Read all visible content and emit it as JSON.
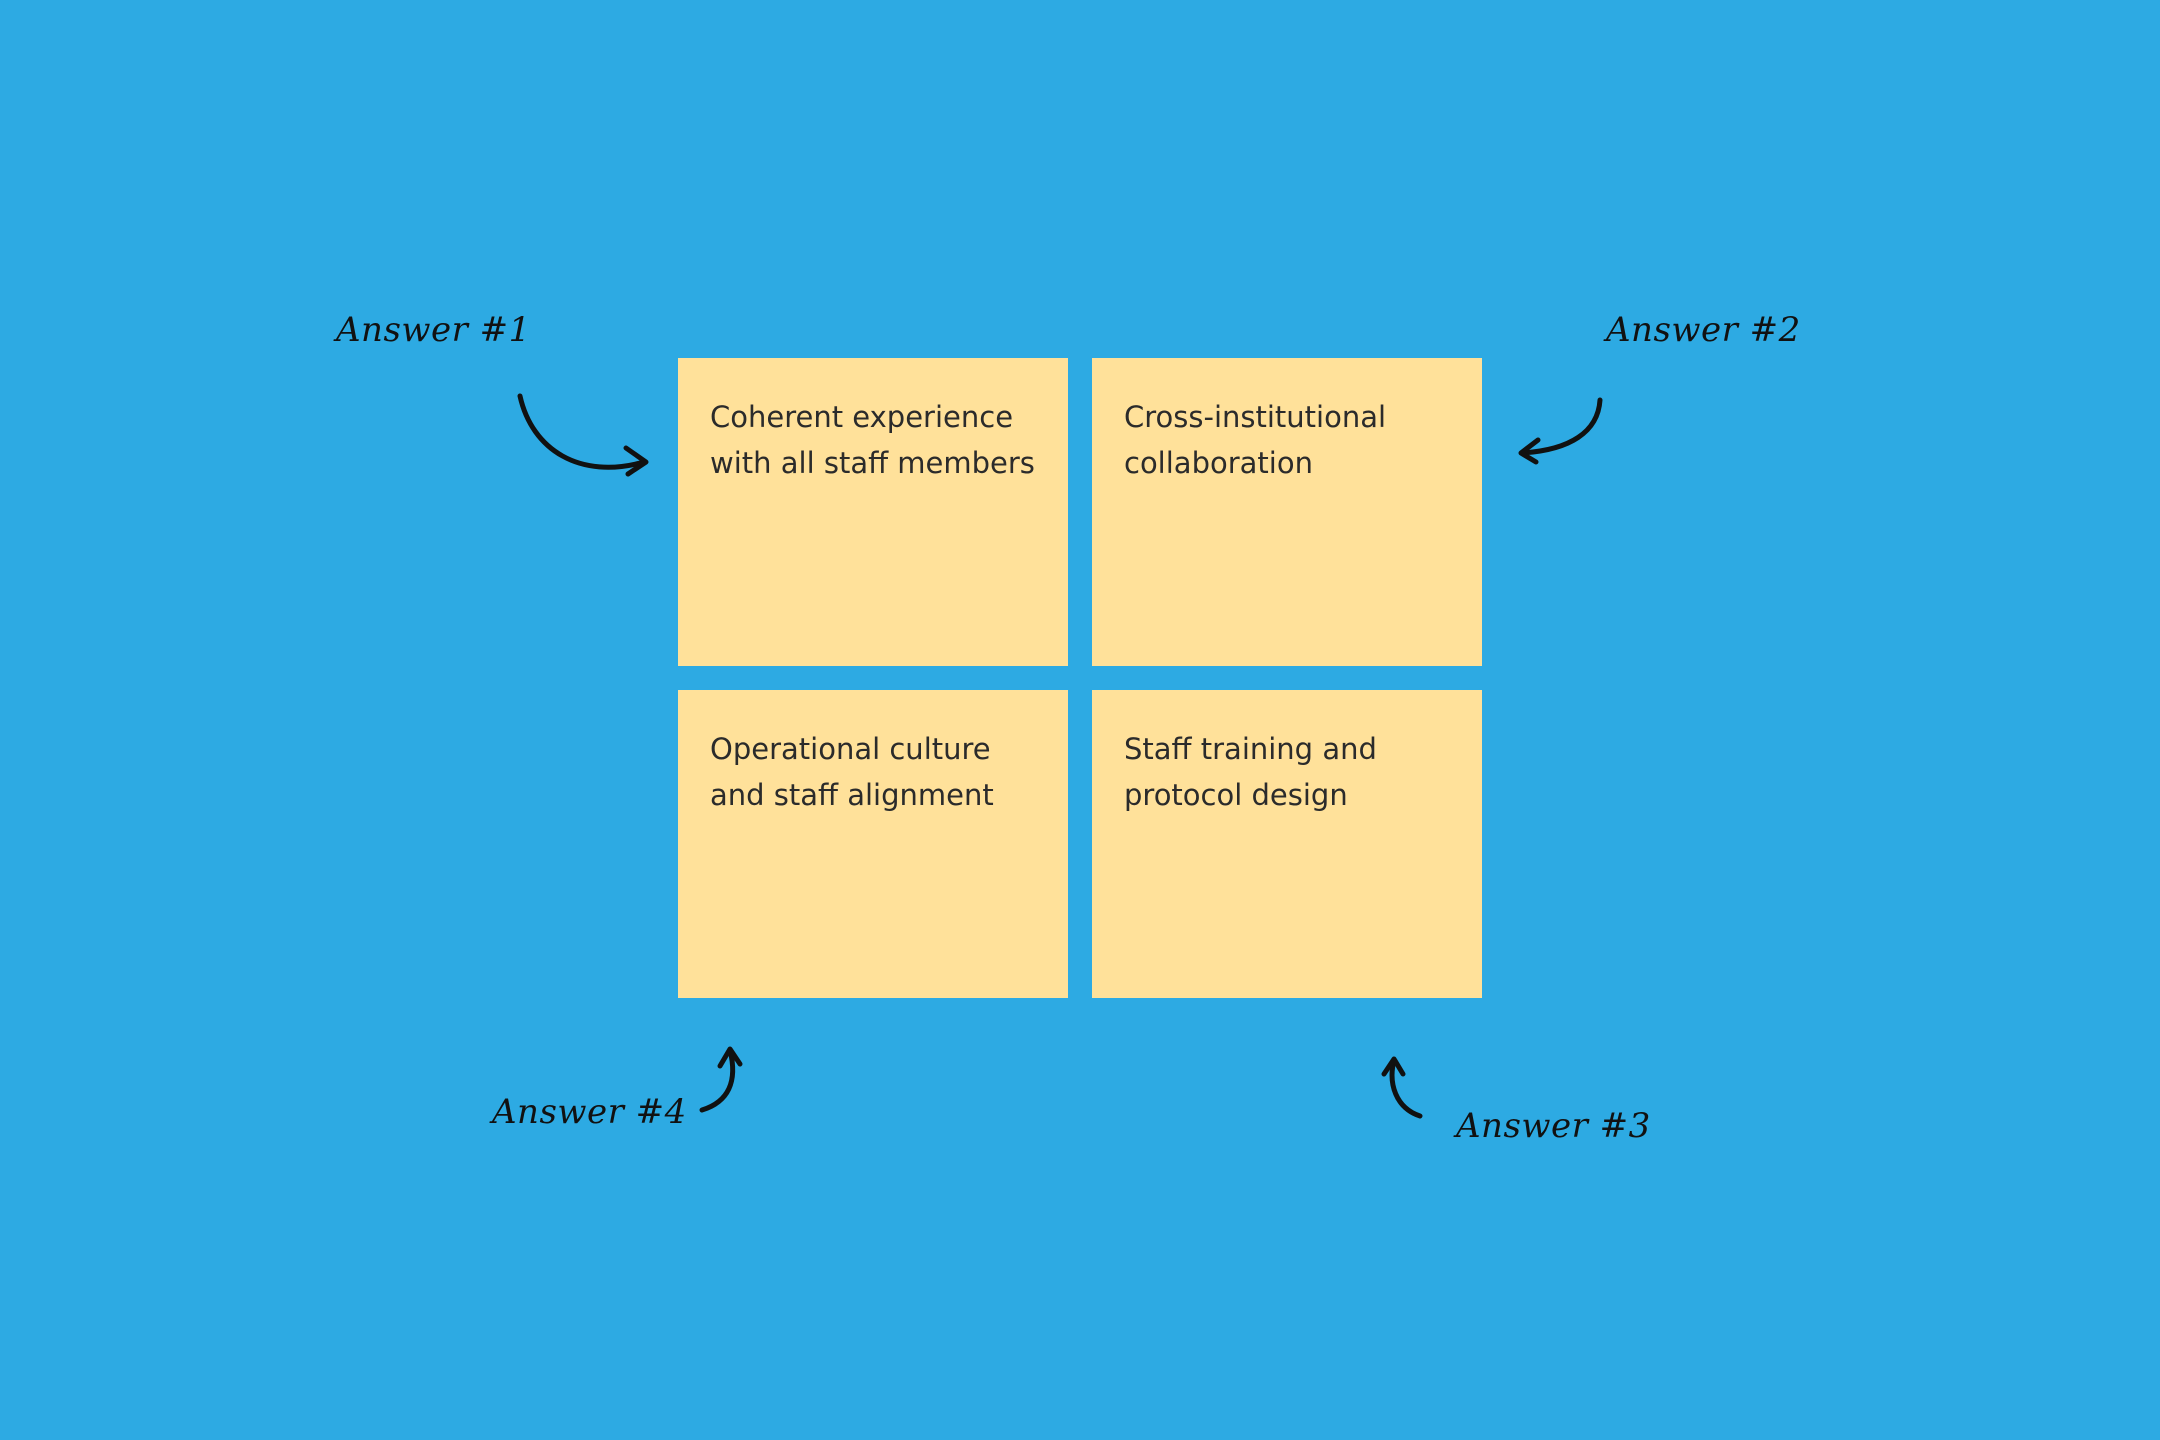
{
  "colors": {
    "background": "#2DAAE3",
    "sticky_note": "#FFE19A",
    "ink": "#111111"
  },
  "notes": [
    {
      "text": "Coherent experience\nwith all staff members"
    },
    {
      "text": "Cross-institutional\ncollaboration"
    },
    {
      "text": "Operational culture\nand staff alignment"
    },
    {
      "text": "Staff training and\nprotocol design"
    }
  ],
  "labels": [
    {
      "text": "Answer #1"
    },
    {
      "text": "Answer #2"
    },
    {
      "text": "Answer #4"
    },
    {
      "text": "Answer #3"
    }
  ],
  "arrows": [
    {
      "icon": "curved-arrow-icon"
    },
    {
      "icon": "curved-arrow-icon"
    },
    {
      "icon": "curved-arrow-icon"
    },
    {
      "icon": "curved-arrow-icon"
    }
  ]
}
